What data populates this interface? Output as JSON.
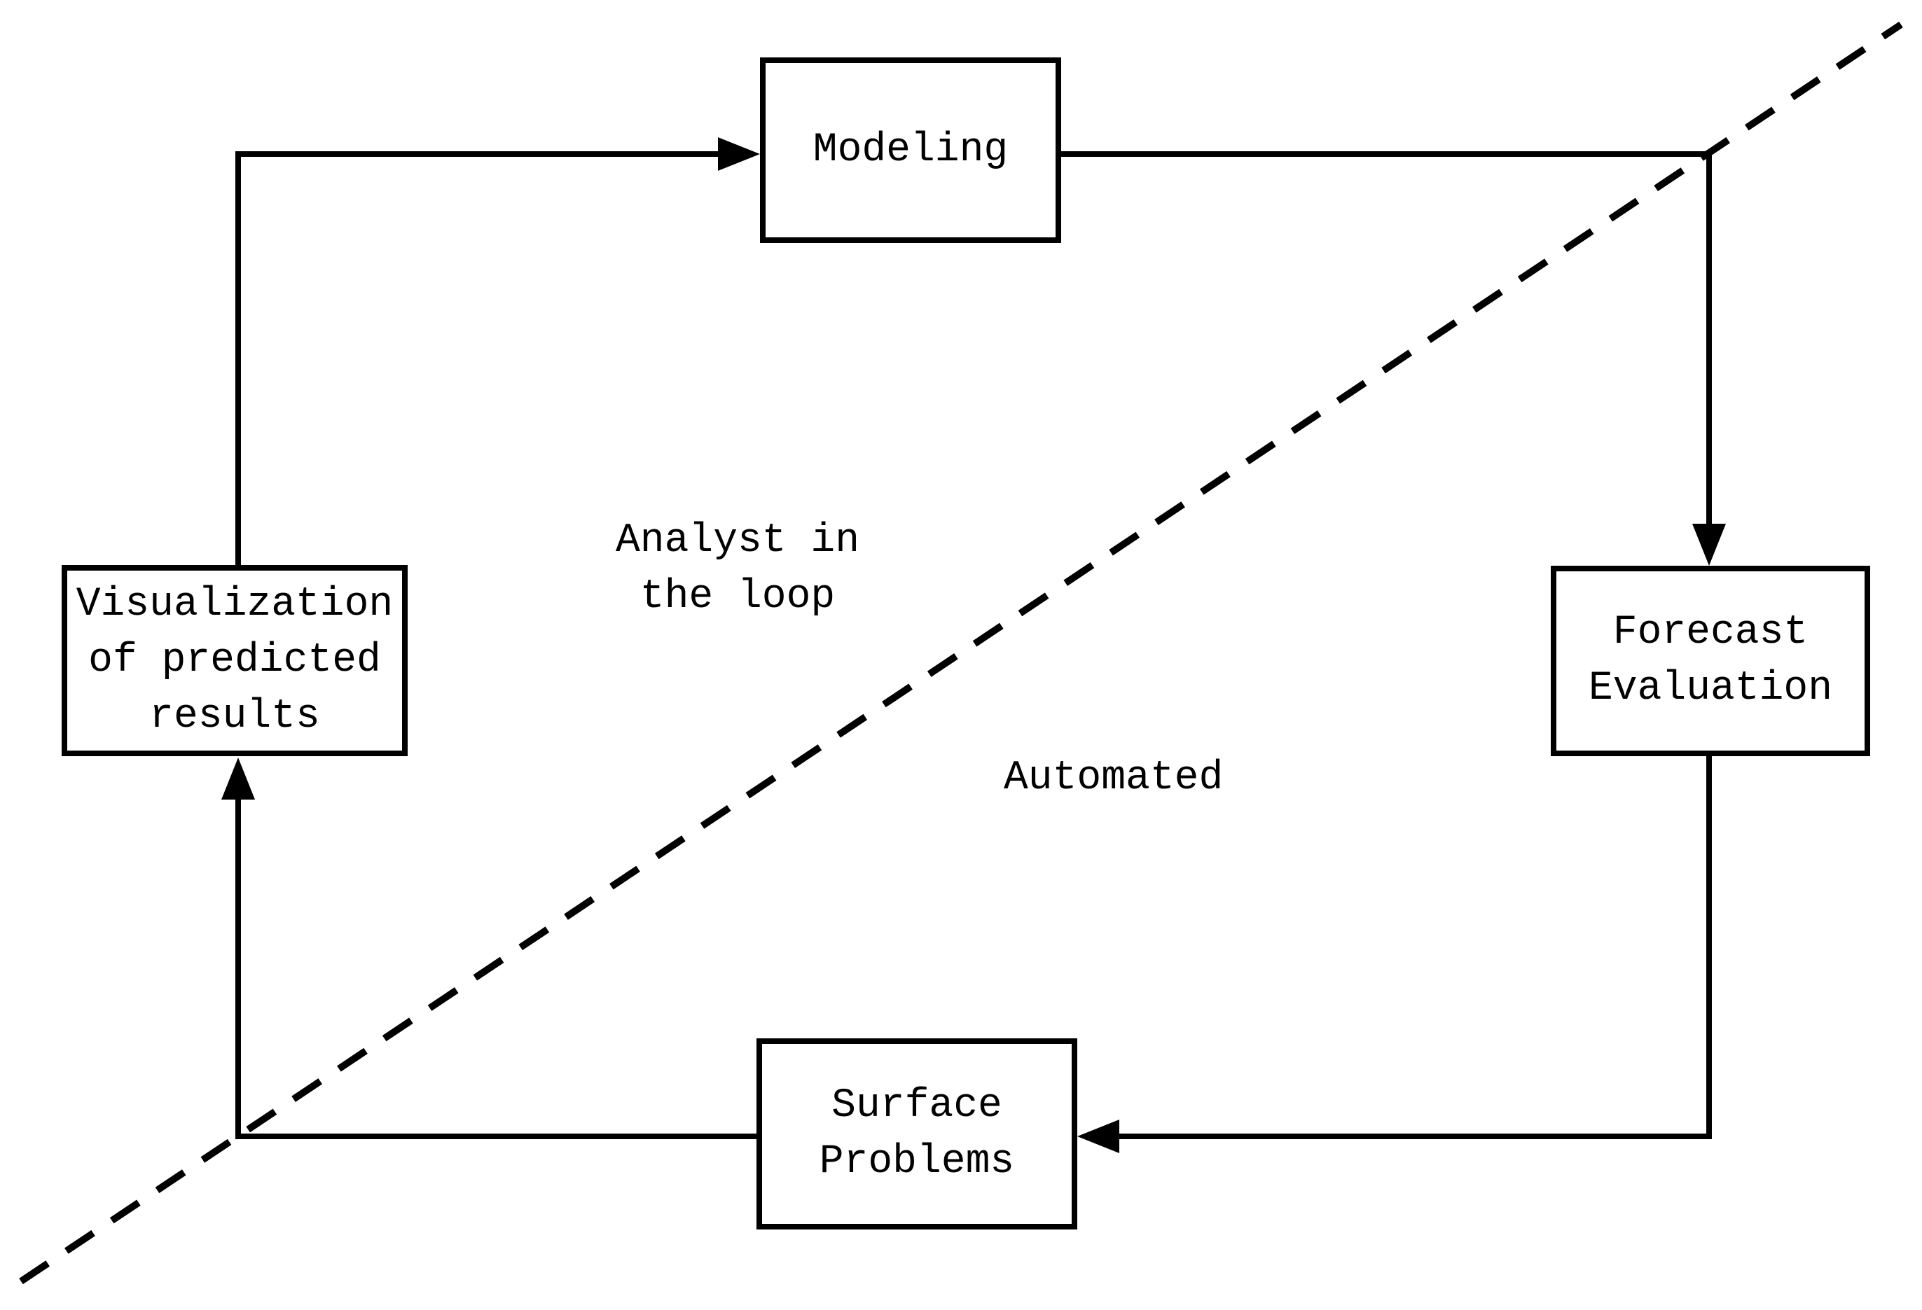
{
  "canvas": {
    "background_color": "#ffffff",
    "line_color": "#000000",
    "text_color": "#000000"
  },
  "nodes": {
    "modeling": {
      "label": "Modeling"
    },
    "forecast_evaluation": {
      "label": "Forecast\nEvaluation"
    },
    "surface_problems": {
      "label": "Surface\nProblems"
    },
    "visualization": {
      "label": "Visualization\nof predicted\nresults"
    }
  },
  "region_labels": {
    "analyst": {
      "label": "Analyst in\nthe loop"
    },
    "automated": {
      "label": "Automated"
    }
  },
  "flow": {
    "edges": [
      "visualization -> modeling",
      "modeling -> forecast_evaluation",
      "forecast_evaluation -> surface_problems",
      "surface_problems -> visualization"
    ],
    "divider": "dashed diagonal separating analyst-in-the-loop (upper left) from automated (lower right)"
  }
}
